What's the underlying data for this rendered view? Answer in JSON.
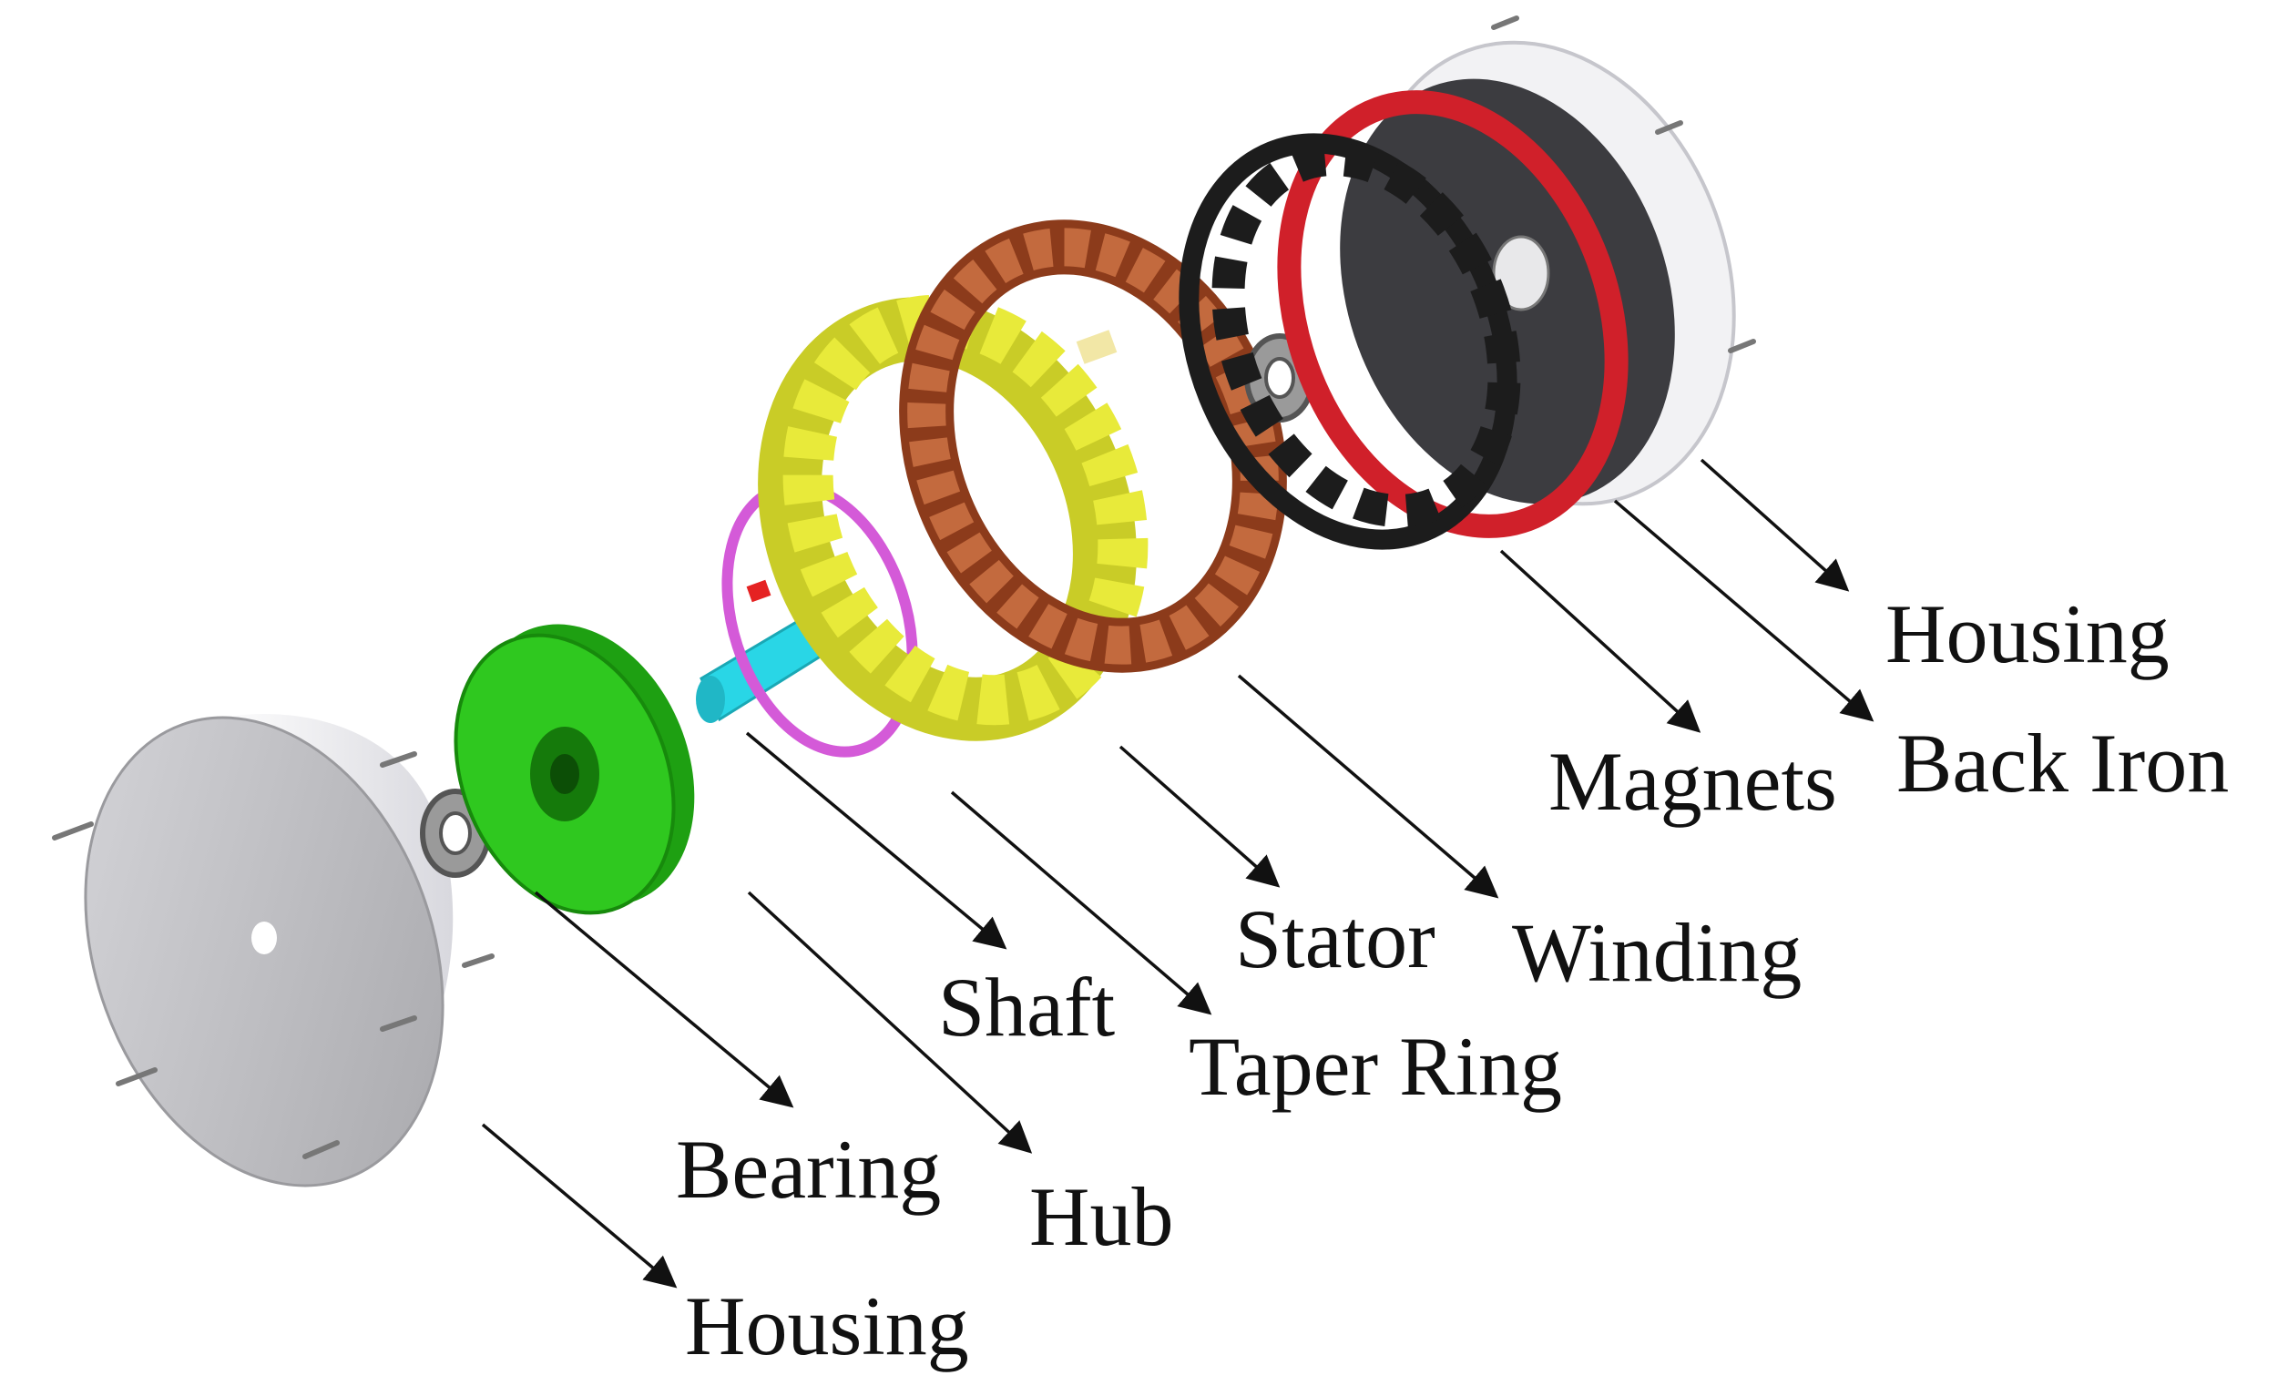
{
  "colors": {
    "housing": "#e9e9ec",
    "housing_face": "#b9b9bd",
    "bearing": "#8a8a8a",
    "hub": "#2fc81f",
    "shaft": "#29d6e6",
    "taper_ring": "#d45ad8",
    "stator": "#e8ea3a",
    "winding": "#b4532c",
    "magnets": "#1c1c1c",
    "back_iron": "#d0202a",
    "arrow": "#111111"
  },
  "labels": {
    "housing_front": "Housing",
    "bearing": "Bearing",
    "hub": "Hub",
    "shaft": "Shaft",
    "taper_ring": "Taper Ring",
    "stator": "Stator",
    "winding": "Winding",
    "magnets": "Magnets",
    "back_iron": "Back Iron",
    "housing_rear": "Housing"
  }
}
